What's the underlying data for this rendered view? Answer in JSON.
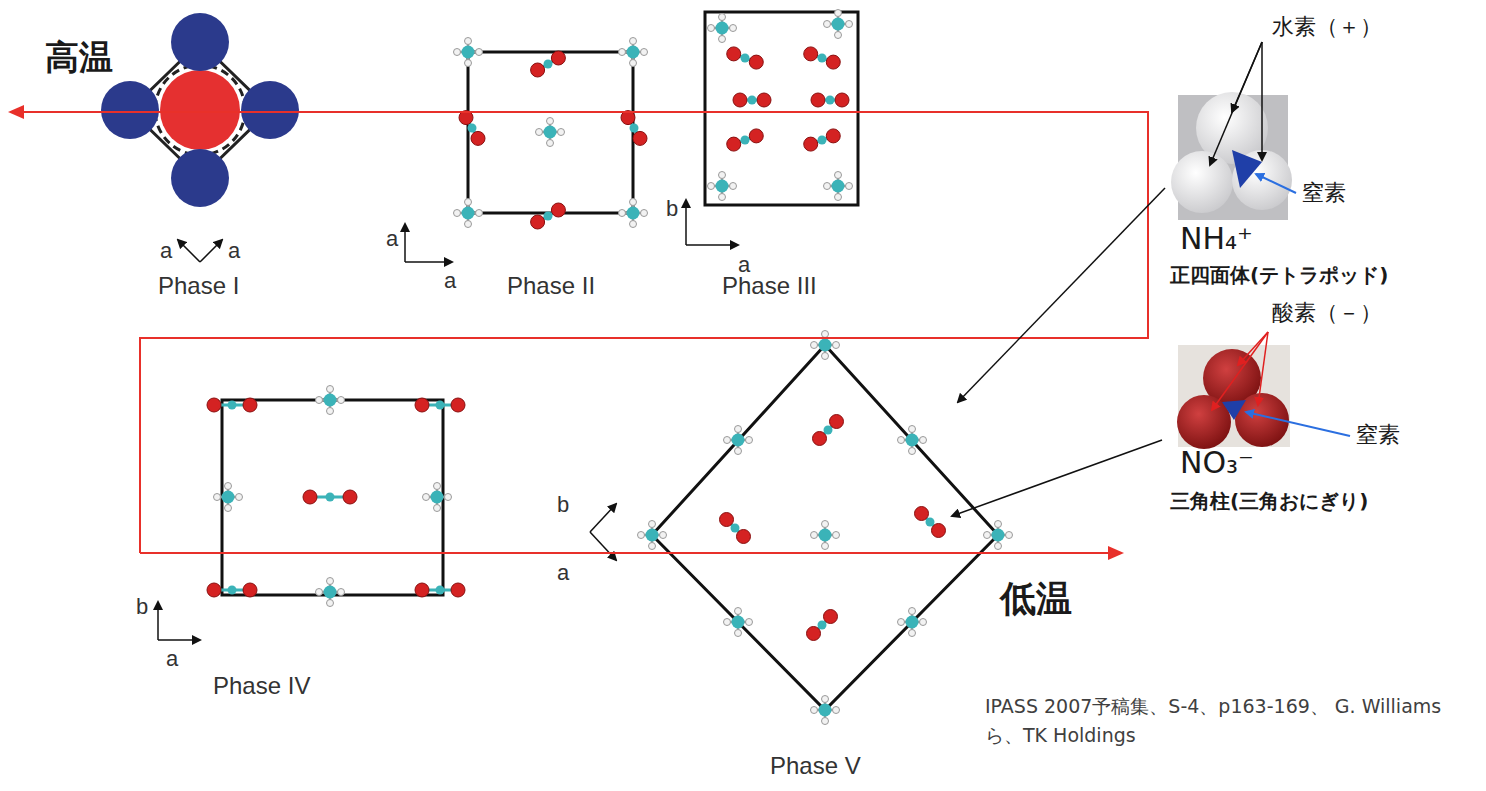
{
  "diagram": {
    "labels": [
      "高温",
      "a",
      "a",
      "Phase I",
      "a",
      "a",
      "Phase II",
      "b",
      "a",
      "Phase III",
      "水素（＋）",
      "窒素",
      "NH₄⁺",
      "正四面体(テトラポッド)",
      "酸素（－）",
      "窒素",
      "NO₃⁻",
      "三角柱(三角おにぎり)",
      "b",
      "a",
      "Phase IV",
      "b",
      "a",
      "Phase V",
      "低温",
      "IPASS 2007予稿集、S-4、p163-169、 G. Williamsら、TK Holdings"
    ]
  }
}
